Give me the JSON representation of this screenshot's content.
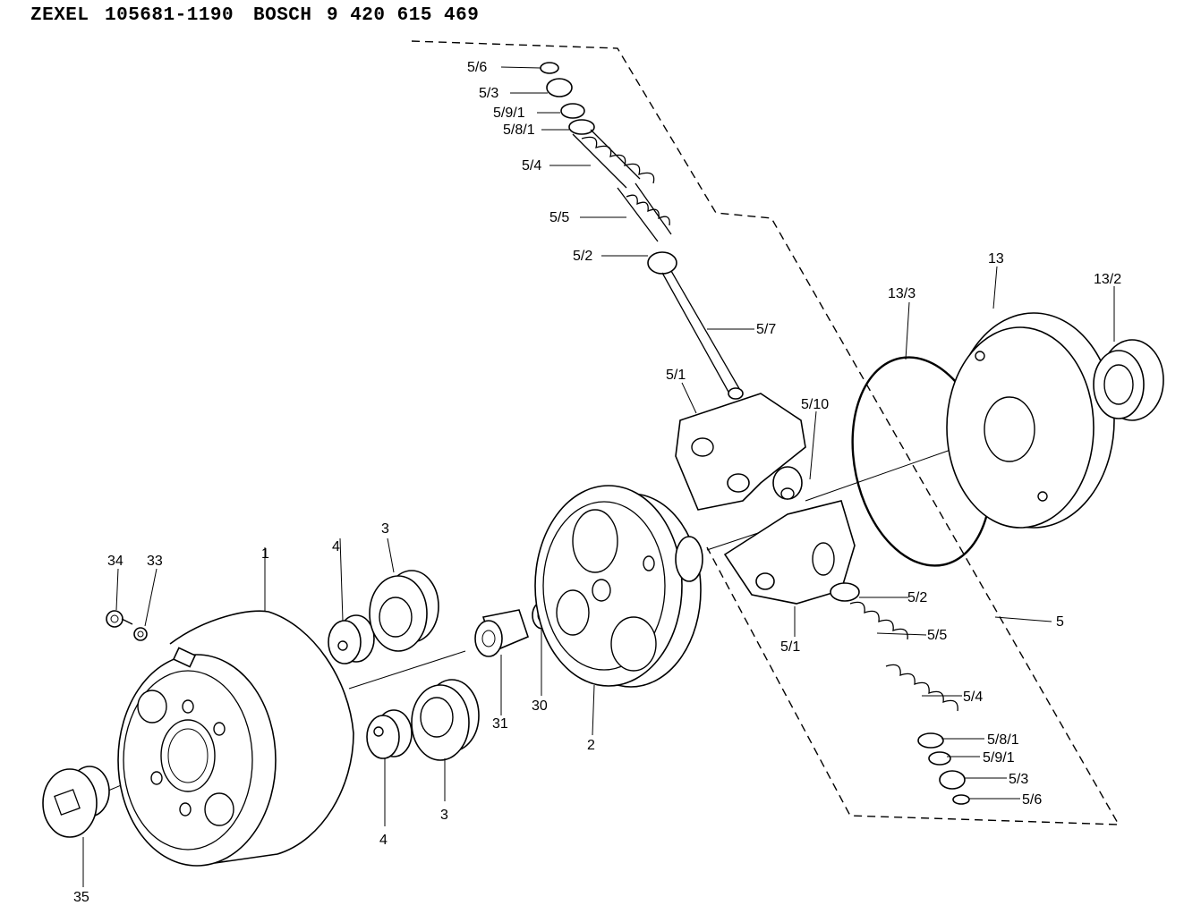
{
  "header": {
    "brand1": "ZEXEL",
    "part1": "105681-1190",
    "brand2": "BOSCH",
    "part2": "9 420 615 469"
  },
  "labels": {
    "l_5_6_top": "5/6",
    "l_5_3_top": "5/3",
    "l_5_9_1_top": "5/9/1",
    "l_5_8_1_top": "5/8/1",
    "l_5_4_top": "5/4",
    "l_5_5_top": "5/5",
    "l_5_2_top": "5/2",
    "l_5_7": "5/7",
    "l_5_1_top": "5/1",
    "l_5_10": "5/10",
    "l_13_3": "13/3",
    "l_13": "13",
    "l_13_2": "13/2",
    "l_5_2_bot": "5/2",
    "l_5_5_bot": "5/5",
    "l_5": "5",
    "l_5_1_bot": "5/1",
    "l_5_4_bot": "5/4",
    "l_5_8_1_bot": "5/8/1",
    "l_5_9_1_bot": "5/9/1",
    "l_5_3_bot": "5/3",
    "l_5_6_bot": "5/6",
    "l_34": "34",
    "l_33": "33",
    "l_1": "1",
    "l_4_top": "4",
    "l_3_top": "3",
    "l_31": "31",
    "l_30": "30",
    "l_2": "2",
    "l_3_bot": "3",
    "l_4_bot": "4",
    "l_35": "35"
  }
}
